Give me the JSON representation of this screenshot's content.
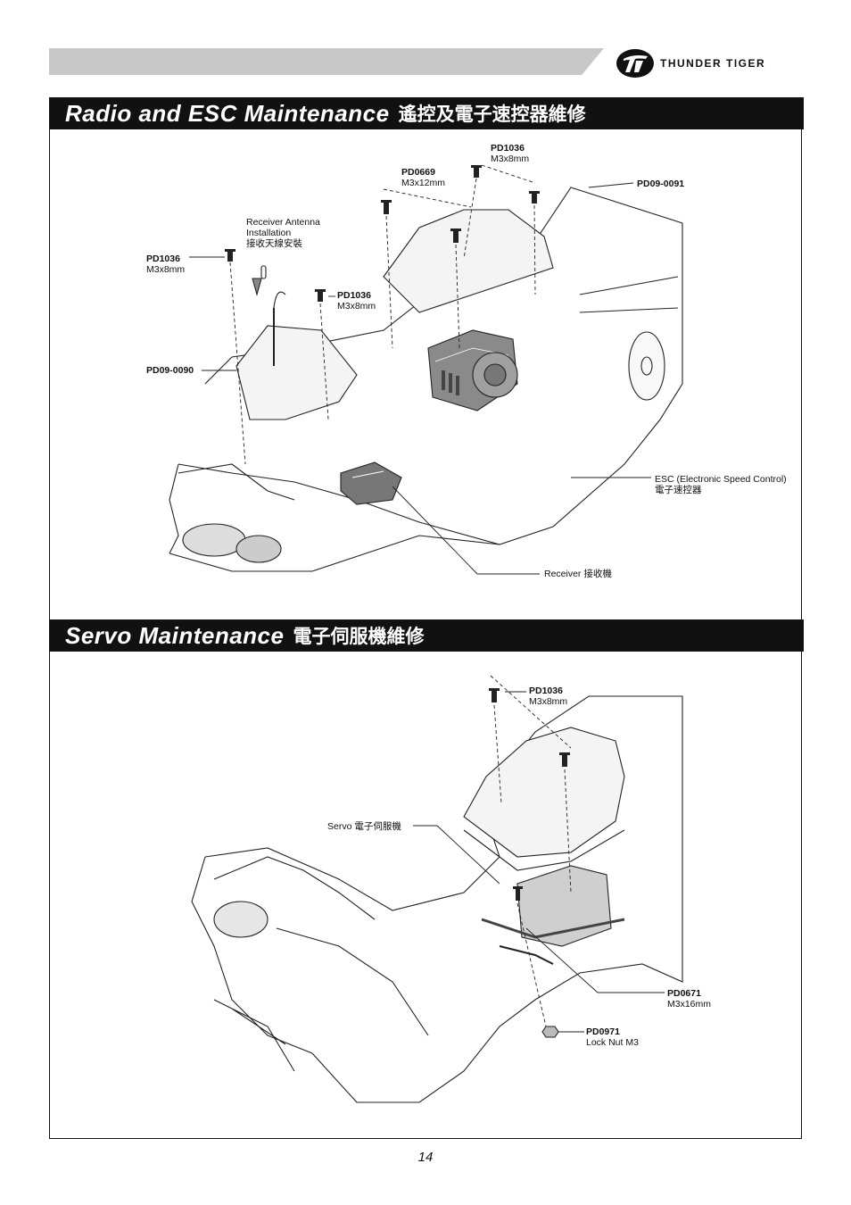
{
  "header": {
    "brand": "THUNDER TIGER"
  },
  "sections": [
    {
      "title_en": "Radio and ESC Maintenance",
      "title_zh": "遙控及電子速控器維修"
    },
    {
      "title_en": "Servo Maintenance",
      "title_zh": "電子伺服機維修"
    }
  ],
  "radio_labels": {
    "pd1036_top_code": "PD1036",
    "pd1036_top_size": "M3x8mm",
    "pd0669_code": "PD0669",
    "pd0669_size": "M3x12mm",
    "pd09_0091": "PD09-0091",
    "antenna_l1": "Receiver Antenna",
    "antenna_l2": "Installation",
    "antenna_l3": "接收天線安裝",
    "pd1036_left_code": "PD1036",
    "pd1036_left_size": "M3x8mm",
    "pd1036_mid_code": "PD1036",
    "pd1036_mid_size": "M3x8mm",
    "pd09_0090": "PD09-0090",
    "esc_l1": "ESC (Electronic Speed Control)",
    "esc_l2": "電子速控器",
    "receiver": "Receiver 接收機"
  },
  "servo_labels": {
    "pd1036_code": "PD1036",
    "pd1036_size": "M3x8mm",
    "servo": "Servo 電子伺服機",
    "pd0671_code": "PD0671",
    "pd0671_size": "M3x16mm",
    "pd0971_code": "PD0971",
    "pd0971_size": "Lock Nut M3"
  },
  "footer": {
    "page_number": "14"
  }
}
